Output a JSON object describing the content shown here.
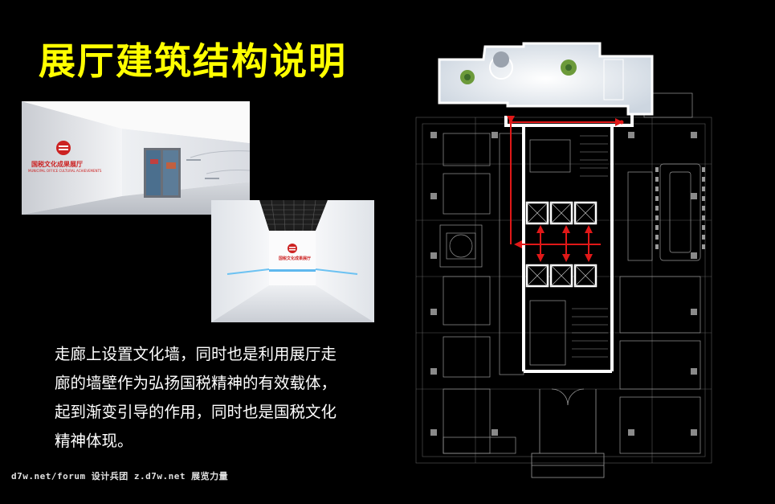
{
  "slide": {
    "title": "展厅建筑结构说明",
    "description": "走廊上设置文化墙，同时也是利用展厅走廊的墙壁作为弘扬国税精神的有效载体，起到渐变引导的作用，同时也是国税文化精神体现。",
    "watermark": "d7w.net/forum 设计兵团 z.d7w.net 展览力量"
  },
  "renders": {
    "hall_sign": "国税文化成果展厅",
    "hall_sign_en": "MUNICIPAL OFFICE CULTURAL ACHIEVEMENTS",
    "corridor_sign": "国税文化成果展厅"
  },
  "colors": {
    "title": "#ffff00",
    "text": "#ffffff",
    "background": "#000000",
    "route_arrow": "#e01818",
    "logo_red": "#cc2222"
  }
}
